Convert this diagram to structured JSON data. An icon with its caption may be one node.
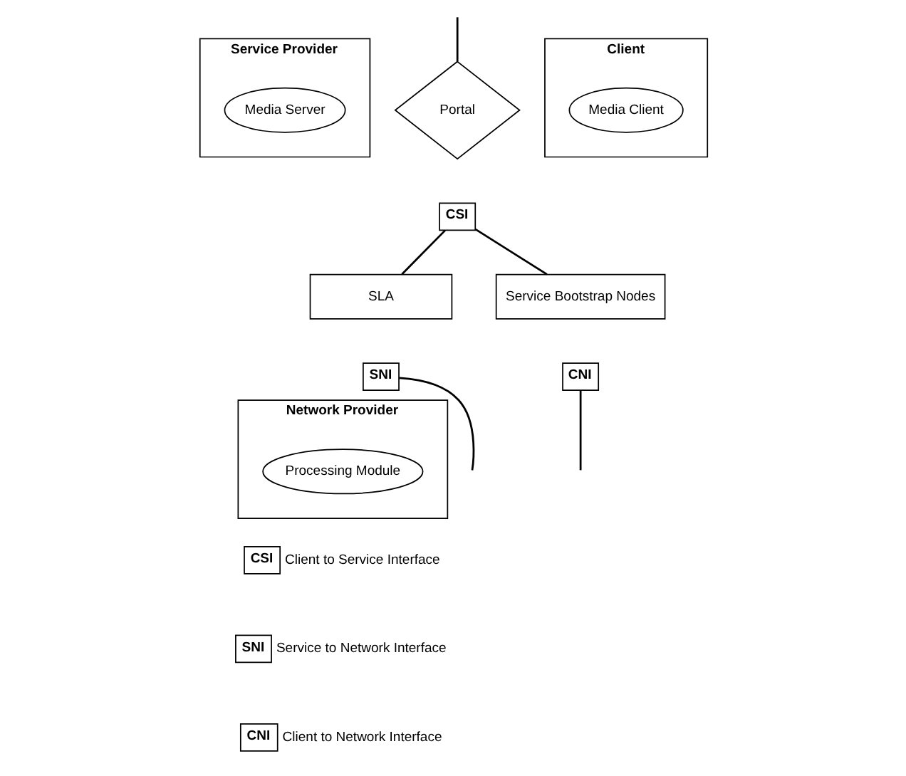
{
  "diagram": {
    "nodes": [
      {
        "text": [
          "Service Provider"
        ]
      },
      {
        "text": [
          "Media Server"
        ],
        "in": 0
      },
      {
        "text": [
          "Portal"
        ]
      },
      {
        "text": [
          "CSI"
        ]
      },
      {
        "text": [
          "Client"
        ]
      },
      {
        "text": [
          "Media Client"
        ],
        "in": 4
      },
      {
        "text": [
          "SLA"
        ]
      },
      {
        "text": [
          "SNI"
        ]
      },
      {
        "text": [
          "Service Bootstrap Nodes"
        ]
      },
      {
        "text": [
          "CNI"
        ]
      },
      {
        "text": [
          "Network Provider"
        ]
      },
      {
        "text": [
          "Processing Module"
        ],
        "in": 10
      },
      {
        "text": [
          "CSI"
        ],
        "beside": [
          "Client to Service Interface"
        ]
      },
      {
        "text": [
          "SNI"
        ],
        "beside": [
          "Service to Network Interface"
        ]
      },
      {
        "text": [
          "CNI"
        ],
        "beside": [
          "Client to Network Interface"
        ]
      }
    ],
    "edges": [
      {
        "from": null,
        "to": 2,
        "arrow": "none"
      },
      {
        "from": 3,
        "to": 6,
        "arrow": "none"
      },
      {
        "from": 3,
        "to": 8,
        "arrow": "none"
      },
      {
        "from": 7,
        "to": null,
        "arrow": "none"
      },
      {
        "from": 9,
        "to": null,
        "arrow": "none"
      }
    ]
  }
}
